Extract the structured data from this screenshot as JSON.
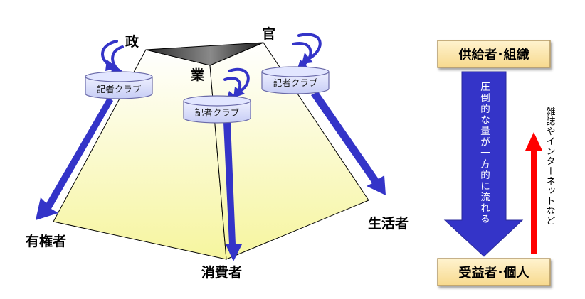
{
  "actors": {
    "politics": "政",
    "bureaucracy": "官",
    "business": "業"
  },
  "clubs": [
    {
      "label": "記者クラブ"
    },
    {
      "label": "記者クラブ"
    },
    {
      "label": "記者クラブ"
    }
  ],
  "audiences": {
    "voters": "有権者",
    "consumers": "消費者",
    "citizens": "生活者"
  },
  "flow": {
    "top_box": "供給者･組織",
    "bottom_box": "受益者･個人",
    "main_text": "圧倒的な量が一方的に流れる",
    "counter_text": "雑誌やインターネットなど"
  },
  "colors": {
    "arrow_blue": "#3434c8",
    "counter_red": "#ff0000",
    "box_fill": "#fde9b3",
    "box_border": "#b39862",
    "club_fill": "#d7dcff",
    "club_border": "#6a6aa8"
  }
}
